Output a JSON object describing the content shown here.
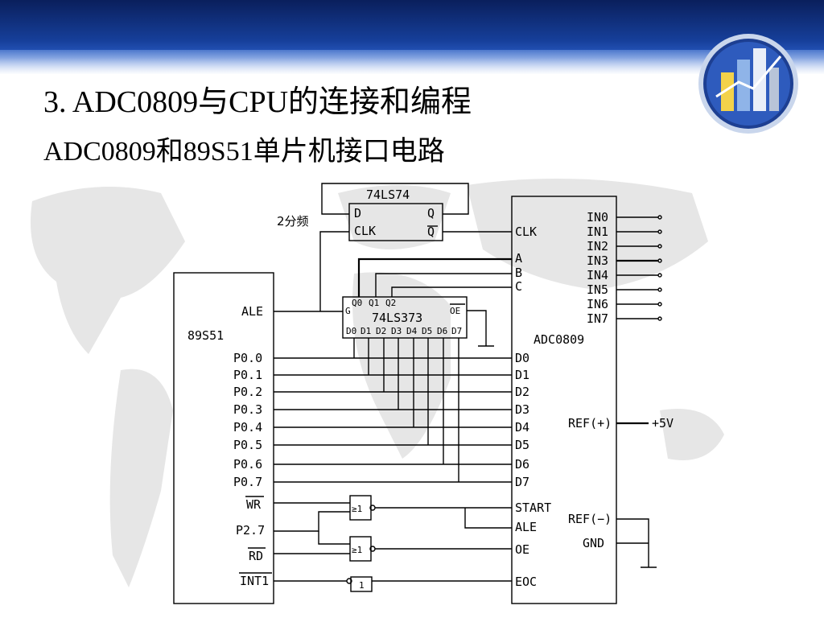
{
  "slide": {
    "title": "3. ADC0809与CPU的连接和编程",
    "subtitle": "ADC0809和89S51单片机接口电路"
  },
  "colors": {
    "banner_dark": "#0a1f5c",
    "banner_mid": "#163f9a",
    "wire": "#000000",
    "map": "#e6e6e6"
  },
  "circuit": {
    "mcu": {
      "name": "89S51",
      "pins": [
        "ALE",
        "P0.0",
        "P0.1",
        "P0.2",
        "P0.3",
        "P0.4",
        "P0.5",
        "P0.6",
        "P0.7",
        "WR",
        "P2.7",
        "RD",
        "INT1"
      ]
    },
    "flipflop": {
      "name": "74LS74",
      "pins": [
        "D",
        "CLK",
        "Q",
        "Q"
      ],
      "note": "2分频"
    },
    "latch": {
      "name": "74LS373",
      "gate": "G",
      "top_pins": [
        "Q0",
        "Q1",
        "Q2"
      ],
      "oe": "OE",
      "bottom_pins": [
        "D0",
        "D1",
        "D2",
        "D3",
        "D4",
        "D5",
        "D6",
        "D7"
      ]
    },
    "adc": {
      "name": "ADC0809",
      "left_pins": [
        "CLK",
        "A",
        "B",
        "C",
        "D0",
        "D1",
        "D2",
        "D3",
        "D4",
        "D5",
        "D6",
        "D7",
        "START",
        "ALE",
        "OE",
        "EOC"
      ],
      "inputs": [
        "IN0",
        "IN1",
        "IN2",
        "IN3",
        "IN4",
        "IN5",
        "IN6",
        "IN7"
      ],
      "ref_plus": "REF(+)",
      "vplus": "+5V",
      "ref_minus": "REF(−)",
      "gnd": "GND"
    },
    "gates": {
      "nor": "≥1",
      "not": "1"
    }
  }
}
